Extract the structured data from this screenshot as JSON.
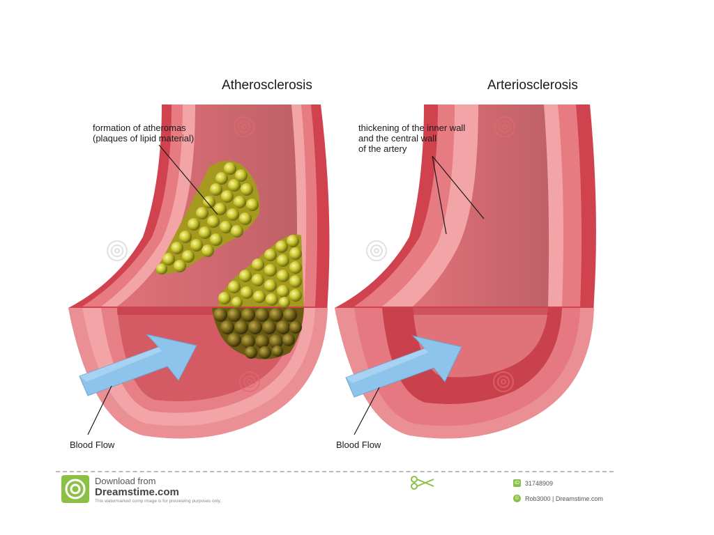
{
  "diagrams": [
    {
      "title": "Atherosclerosis",
      "annotation": "formation of atheromas\n(plaques of lipid material)",
      "flow_label": "Blood Flow"
    },
    {
      "title": "Arteriosclerosis",
      "annotation": "thickening of the inner wall\nand the central wall\nof the artery",
      "flow_label": "Blood Flow"
    }
  ],
  "footer": {
    "download_label": "Download from",
    "site": "Dreamstime.com",
    "disclaimer": "This watermarked comp image is for previewing purposes only.",
    "id_icon": "ID",
    "id": "31748909",
    "credit_icon": "copyright-icon",
    "credit": "Rob3000 | Dreamstime.com"
  },
  "colors": {
    "outer_wall": "#d0434e",
    "mid_wall": "#e77b82",
    "inner_wall": "#f3a4a6",
    "lumen": "#e07279",
    "lumen_deep": "#b72f3b",
    "cross_section": "#ea8f94",
    "plaque_yellow": "#c6c629",
    "plaque_brown": "#7a6a19",
    "arrow": "#8ec3ec",
    "watermark": "#e06a72",
    "logo_green": "#8cbf45"
  }
}
